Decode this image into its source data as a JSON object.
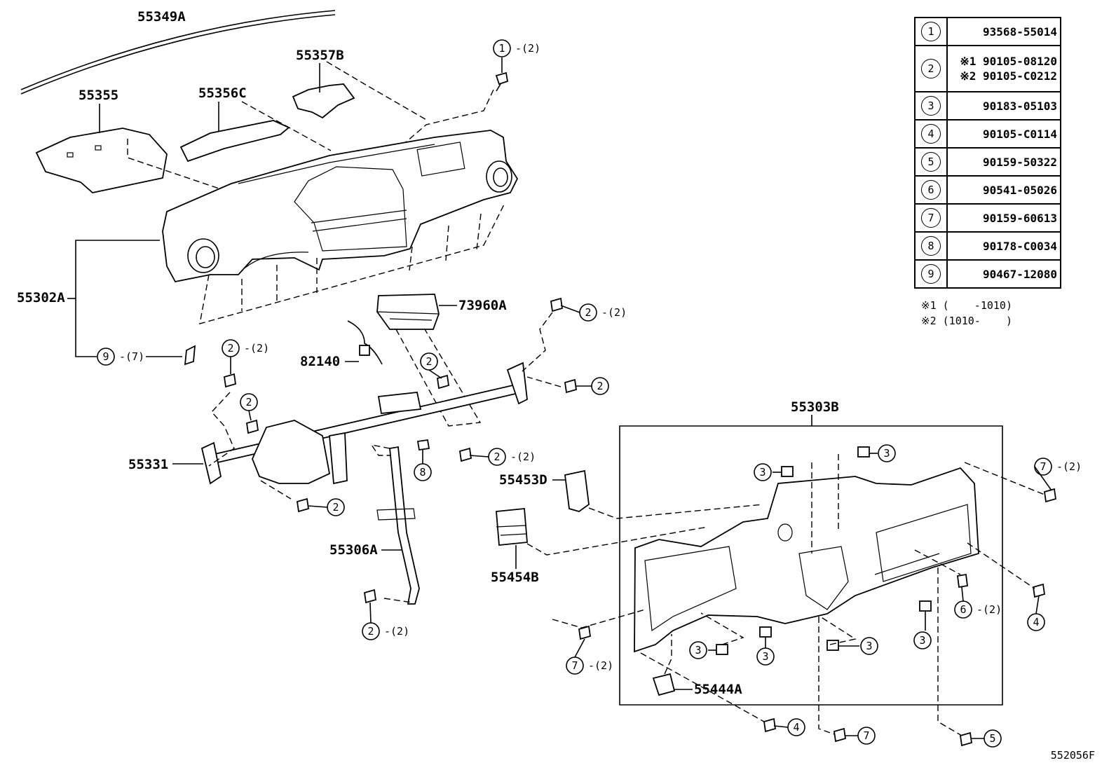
{
  "parts": {
    "p55349A": "55349A",
    "p55355": "55355",
    "p55356C": "55356C",
    "p55357B": "55357B",
    "p55302A": "55302A",
    "p73960A": "73960A",
    "p82140": "82140",
    "p55331": "55331",
    "p55306A": "55306A",
    "p55453D": "55453D",
    "p55454B": "55454B",
    "p55303B": "55303B",
    "p55444A": "55444A"
  },
  "callouts": {
    "c1": {
      "num": "1",
      "qty": "-(2)"
    },
    "c2a": {
      "num": "2",
      "qty": "-(2)"
    },
    "c2b": {
      "num": "2",
      "qty": "-(2)"
    },
    "c2c": {
      "num": "2"
    },
    "c2d": {
      "num": "2"
    },
    "c2e": {
      "num": "2"
    },
    "c2f": {
      "num": "2",
      "qty": "-(2)"
    },
    "c2g": {
      "num": "2"
    },
    "c2h": {
      "num": "2",
      "qty": "-(2)"
    },
    "c9": {
      "num": "9",
      "qty": "-(7)"
    },
    "c8": {
      "num": "8"
    },
    "c3a": {
      "num": "3"
    },
    "c3b": {
      "num": "3"
    },
    "c3c": {
      "num": "3"
    },
    "c3d": {
      "num": "3"
    },
    "c3e": {
      "num": "3"
    },
    "c3f": {
      "num": "3"
    },
    "c7a": {
      "num": "7",
      "qty": "-(2)"
    },
    "c7b": {
      "num": "7",
      "qty": "-(2)"
    },
    "c7c": {
      "num": "7"
    },
    "c6": {
      "num": "6",
      "qty": "-(2)"
    },
    "c4a": {
      "num": "4"
    },
    "c4b": {
      "num": "4"
    },
    "c5": {
      "num": "5"
    }
  },
  "legend": [
    {
      "num": "1",
      "parts": [
        "93568-55014"
      ]
    },
    {
      "num": "2",
      "parts": [
        "※1 90105-08120",
        "※2 90105-C0212"
      ]
    },
    {
      "num": "3",
      "parts": [
        "90183-05103"
      ]
    },
    {
      "num": "4",
      "parts": [
        "90105-C0114"
      ]
    },
    {
      "num": "5",
      "parts": [
        "90159-50322"
      ]
    },
    {
      "num": "6",
      "parts": [
        "90541-05026"
      ]
    },
    {
      "num": "7",
      "parts": [
        "90159-60613"
      ]
    },
    {
      "num": "8",
      "parts": [
        "90178-C0034"
      ]
    },
    {
      "num": "9",
      "parts": [
        "90467-12080"
      ]
    }
  ],
  "notes": [
    "※1 (    -1010)",
    "※2 (1010-    )"
  ],
  "figure_code": "552056F"
}
